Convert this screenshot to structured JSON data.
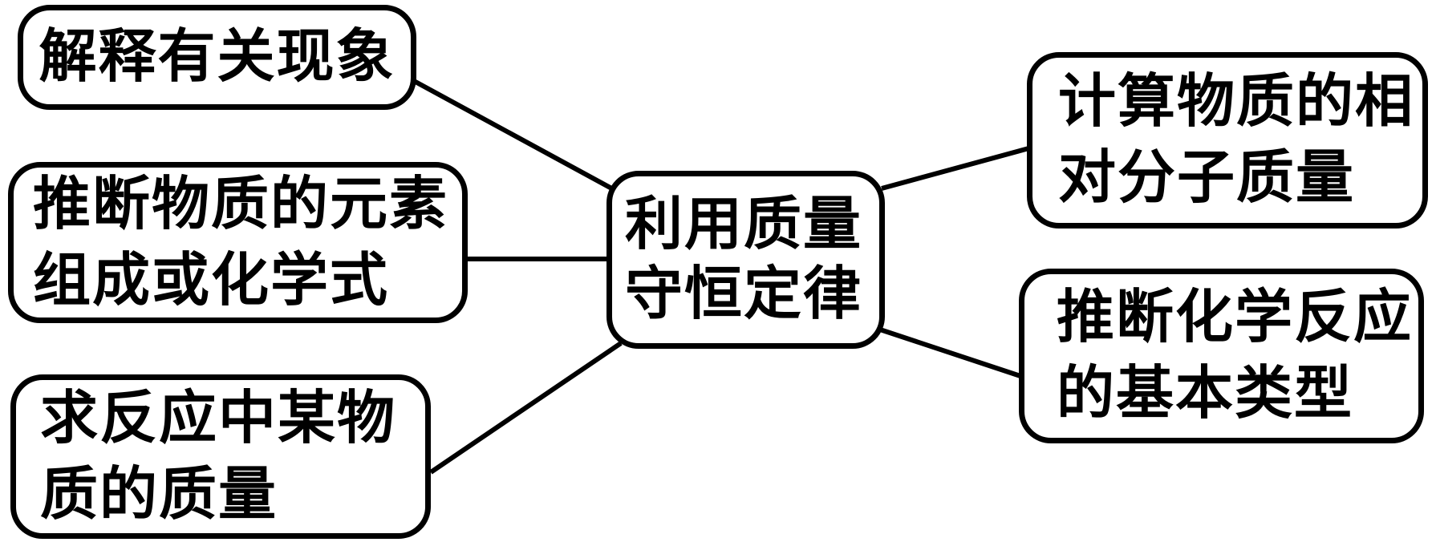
{
  "colors": {
    "stroke": "#000000",
    "background": "#ffffff"
  },
  "nodes": {
    "center": {
      "line1": "利用质量",
      "line2": "守恒定律"
    },
    "explain_phenomena": {
      "line1": "解释有关现象"
    },
    "infer_element_composition": {
      "line1": "推断物质的元素",
      "line2": "组成或化学式"
    },
    "find_substance_mass": {
      "line1": "求反应中某物",
      "line2": "质的质量"
    },
    "calc_relative_molecular_mass": {
      "line1": "计算物质的相",
      "line2": "对分子质量"
    },
    "infer_reaction_type": {
      "line1": "推断化学反应",
      "line2": "的基本类型"
    }
  }
}
